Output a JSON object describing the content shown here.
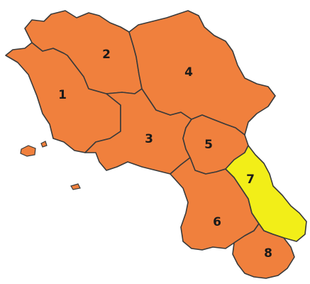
{
  "map": {
    "colors": {
      "default": "#f0803d",
      "highlight": "#f2ee18",
      "border": "#3a3a3a"
    },
    "regions": [
      {
        "id": "1",
        "label": "1",
        "highlighted": false
      },
      {
        "id": "2",
        "label": "2",
        "highlighted": false
      },
      {
        "id": "3",
        "label": "3",
        "highlighted": false
      },
      {
        "id": "4",
        "label": "4",
        "highlighted": false
      },
      {
        "id": "5",
        "label": "5",
        "highlighted": false
      },
      {
        "id": "6",
        "label": "6",
        "highlighted": false
      },
      {
        "id": "7",
        "label": "7",
        "highlighted": true
      },
      {
        "id": "8",
        "label": "8",
        "highlighted": false
      }
    ]
  }
}
